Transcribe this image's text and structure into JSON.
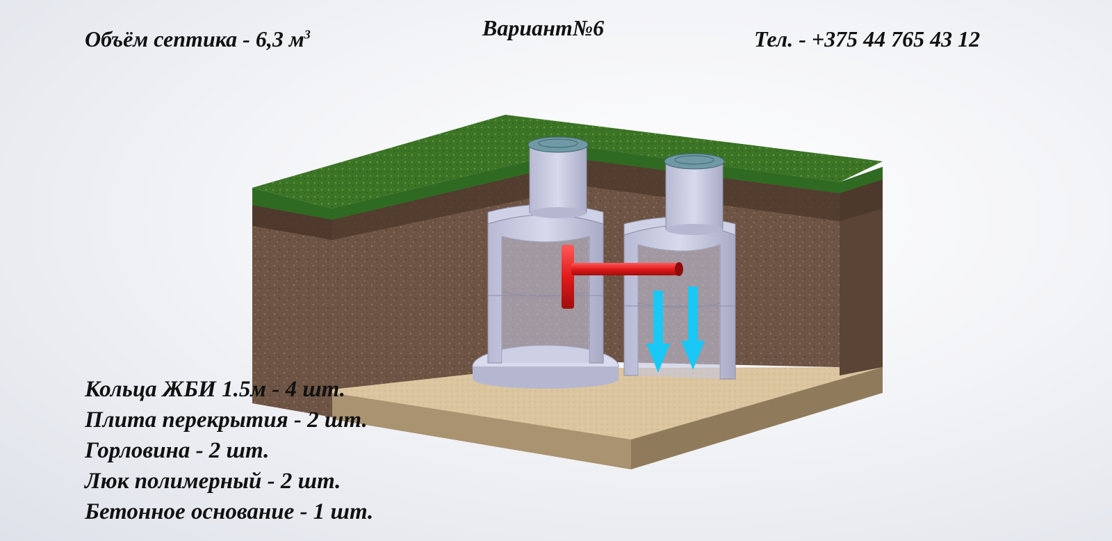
{
  "header": {
    "volume_label": "Объём септика - 6,3 м",
    "volume_superscript": "3",
    "variant_label": "Вариант№6",
    "phone_label": "Тел. - +375 44 765 43 12"
  },
  "specs": [
    "Кольца ЖБИ 1.5м - 4 шт.",
    "Плита перекрытия - 2 шт.",
    "Горловина - 2 шт.",
    "Люк полимерный - 2 шт.",
    "Бетонное основание - 1 шт."
  ],
  "colors": {
    "grass": "#3f7a2a",
    "soil": "#6b5140",
    "sand": "#d9c29b",
    "concrete": "#c9cbe0",
    "pipe": "#e11b1b",
    "flow_arrow": "#19c8f5",
    "hatch": "#6f9aa5"
  },
  "diagram": {
    "icons": [
      "septic-well-1",
      "septic-well-2",
      "overflow-pipe",
      "filtration-arrows",
      "hatch-cover"
    ]
  }
}
